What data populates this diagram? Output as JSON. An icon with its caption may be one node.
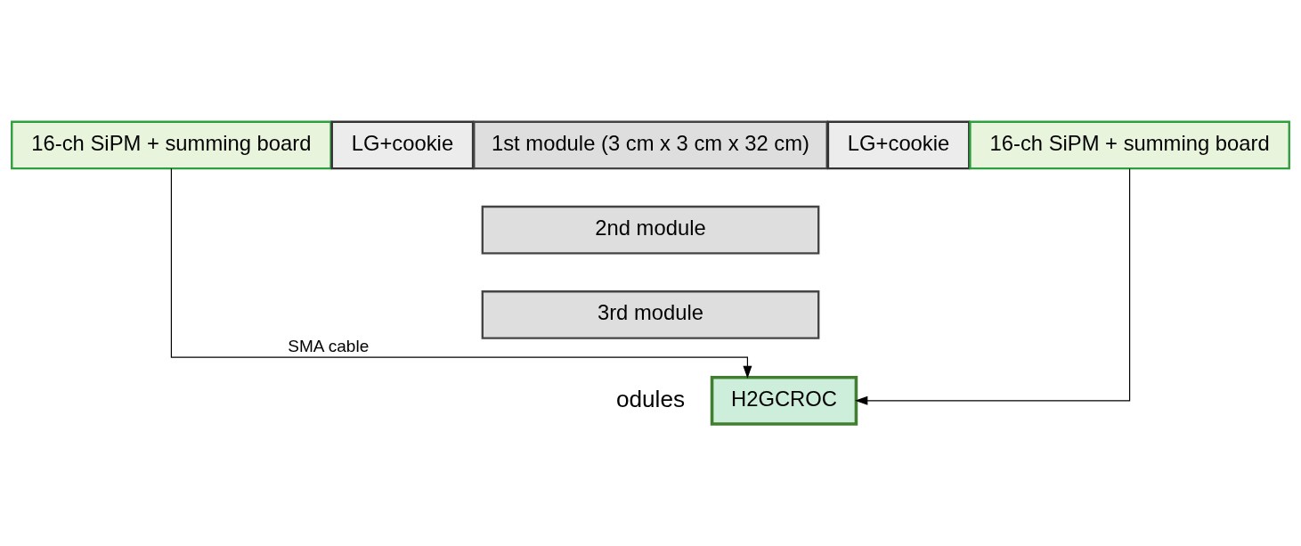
{
  "diagram": {
    "nodes": [
      {
        "text": [
          "16-ch SiPM + summing board"
        ]
      },
      {
        "text": [
          "LG+cookie"
        ]
      },
      {
        "text": [
          "1st module (3 cm x 3 cm x 32 cm)"
        ]
      },
      {
        "text": [
          "LG+cookie"
        ]
      },
      {
        "text": [
          "16-ch SiPM + summing board"
        ]
      },
      {
        "text": [
          "2nd module"
        ]
      },
      {
        "text": [
          "3rd module"
        ]
      },
      {
        "text": [
          "H2GCROC"
        ]
      }
    ],
    "edges": [
      {
        "from": 0,
        "to": 7,
        "arrow": "to",
        "label": "SMA cable"
      },
      {
        "from": 4,
        "to": 7,
        "arrow": "to"
      }
    ],
    "labels": [
      "odules"
    ]
  }
}
